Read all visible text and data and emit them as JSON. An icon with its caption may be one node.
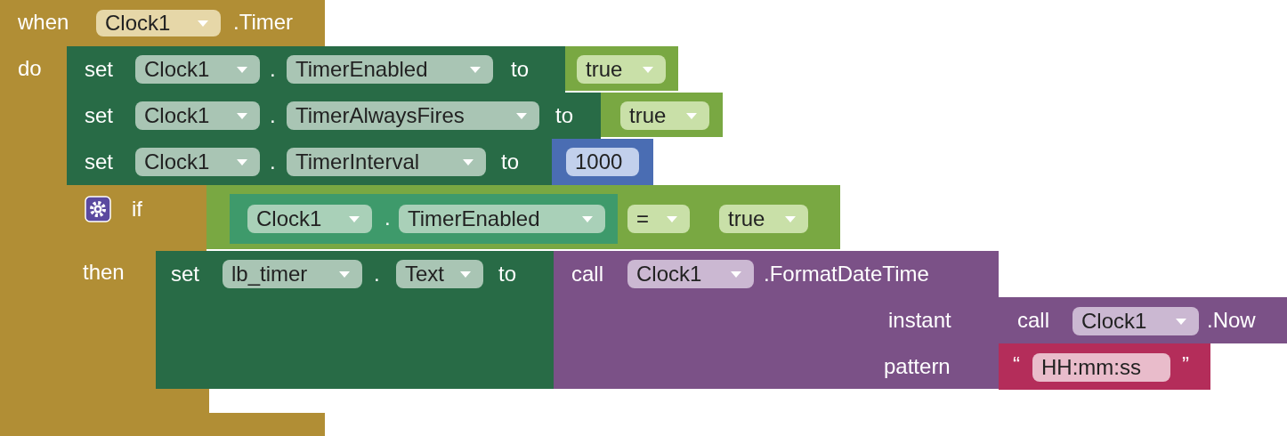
{
  "diagram": {
    "nodes": [
      {
        "text": [
          "when",
          ".Timer"
        ],
        "beside": [
          "do"
        ]
      },
      {
        "text": [
          "Clock1"
        ],
        "in": 0
      },
      {
        "text": [
          "set",
          ".",
          "to"
        ]
      },
      {
        "text": [
          "Clock1"
        ],
        "in": 2
      },
      {
        "text": [
          "TimerEnabled"
        ],
        "in": 2
      },
      {
        "text": [
          "true"
        ]
      },
      {
        "text": [
          "set",
          ".",
          "to"
        ]
      },
      {
        "text": [
          "Clock1"
        ],
        "in": 6
      },
      {
        "text": [
          "TimerAlwaysFires"
        ],
        "in": 6
      },
      {
        "text": [
          "true"
        ]
      },
      {
        "text": [
          "set",
          ".",
          "to"
        ]
      },
      {
        "text": [
          "Clock1"
        ],
        "in": 10
      },
      {
        "text": [
          "TimerInterval"
        ],
        "in": 10
      },
      {
        "text": [
          "1000"
        ]
      },
      {
        "text": [
          "if"
        ],
        "beside": [
          "then"
        ]
      },
      {
        "text": [
          "="
        ]
      },
      {
        "text": [
          "."
        ],
        "in": 15
      },
      {
        "text": [
          "Clock1"
        ],
        "in": 16
      },
      {
        "text": [
          "TimerEnabled"
        ],
        "in": 16
      },
      {
        "text": [
          "true"
        ],
        "in": 15
      },
      {
        "text": [
          "set",
          ".",
          "to"
        ]
      },
      {
        "text": [
          "lb_timer"
        ],
        "in": 20
      },
      {
        "text": [
          "Text"
        ],
        "in": 20
      },
      {
        "text": [
          "call",
          ".FormatDateTime",
          "instant",
          "pattern"
        ]
      },
      {
        "text": [
          "Clock1"
        ],
        "in": 23
      },
      {
        "text": [
          "call",
          ".Now"
        ]
      },
      {
        "text": [
          "Clock1"
        ],
        "in": 25
      },
      {
        "text": [
          "“",
          "”"
        ]
      },
      {
        "text": [
          "HH:mm:ss"
        ],
        "in": 27
      }
    ]
  }
}
